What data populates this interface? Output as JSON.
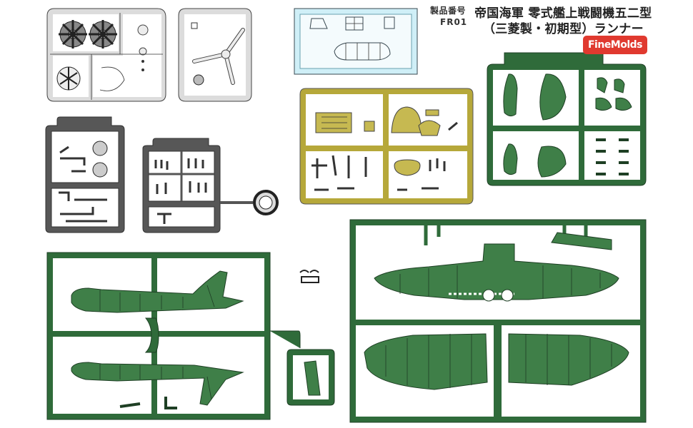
{
  "header": {
    "product_number_label": "製品番号",
    "product_code": "FR01",
    "title_line1": "帝国海軍 零式艦上戦闘機五二型",
    "title_line2": "（三菱製・初期型）ランナー"
  },
  "brand": {
    "logo_text": "FineMolds",
    "logo_color": "#e0392f"
  },
  "colors": {
    "light_gray_runner": "#d9d9d9",
    "clear_runner": "#cdeef6",
    "dark_gray_runner": "#555555",
    "olive_runner": "#b3a634",
    "green_runner": "#2f6b3a",
    "green_part": "#3c7d46",
    "outline": "#333333"
  },
  "runners": [
    {
      "name": "light-gray-engine-runner"
    },
    {
      "name": "light-gray-propeller-runner"
    },
    {
      "name": "clear-canopy-runner"
    },
    {
      "name": "dark-gray-runner-left"
    },
    {
      "name": "dark-gray-runner-right"
    },
    {
      "name": "olive-cockpit-runner"
    },
    {
      "name": "green-tail-runner"
    },
    {
      "name": "green-fuselage-runner"
    },
    {
      "name": "green-wing-runner"
    }
  ]
}
